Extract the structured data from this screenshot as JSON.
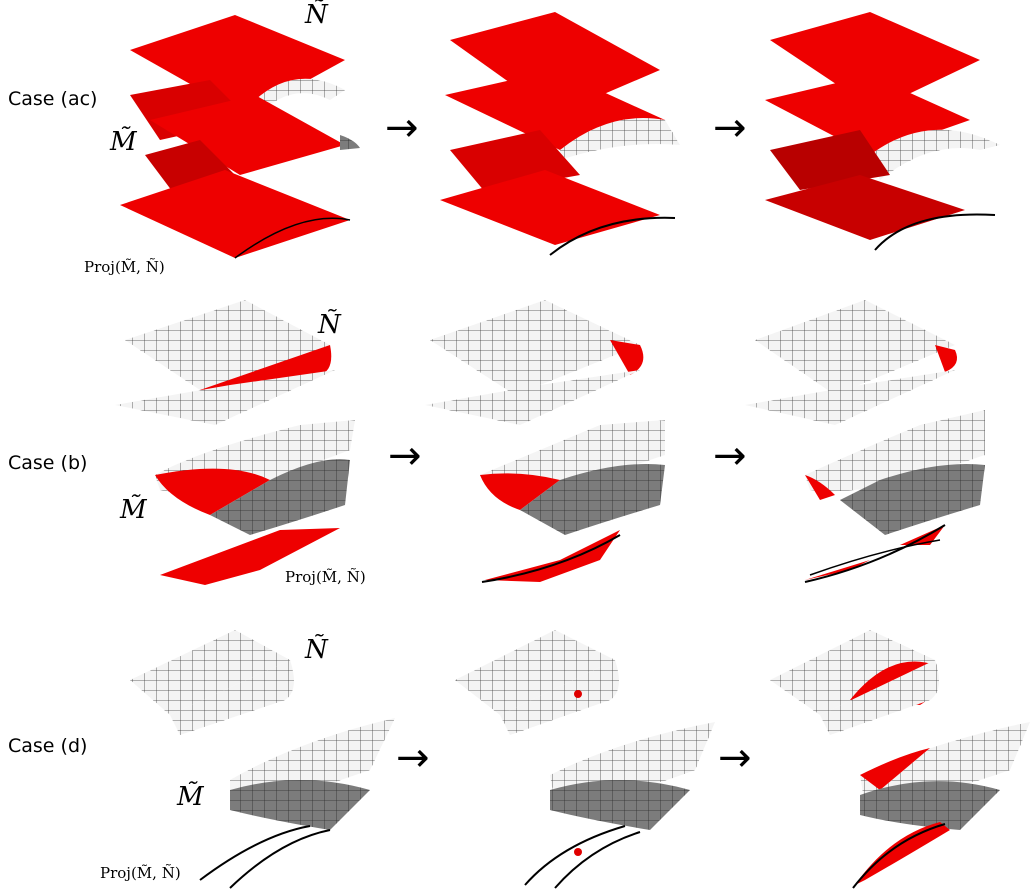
{
  "rows": [
    {
      "case_label": "Case (ac)",
      "n_label": "Ñ",
      "m_label": "M̃",
      "proj_label": "Proj(M̃, Ñ)"
    },
    {
      "case_label": "Case (b)",
      "n_label": "Ñ",
      "m_label": "M̃",
      "proj_label": "Proj(M̃, Ñ)"
    },
    {
      "case_label": "Case (d)",
      "n_label": "Ñ",
      "m_label": "M̃",
      "proj_label": "Proj(M̃, Ñ)"
    }
  ],
  "arrow_symbol": "→",
  "colors": {
    "red_surface": "#ee0000",
    "dark_red": "#b00000",
    "light_mesh": "#f2f2f2",
    "dark_mesh": "#7a7a7a",
    "mesh_line": "#333333"
  }
}
